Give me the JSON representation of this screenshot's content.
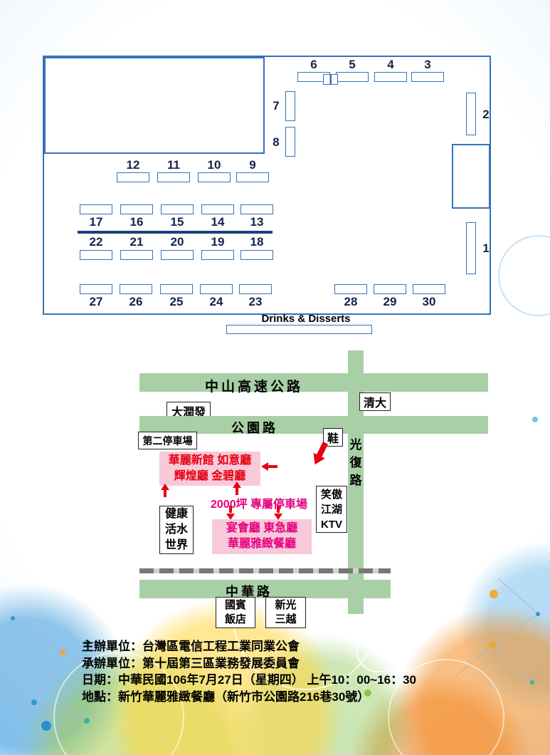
{
  "floor_plan": {
    "booths": {
      "top": [
        "6",
        "5",
        "4",
        "3"
      ],
      "left": [
        "7",
        "8"
      ],
      "right": [
        "2",
        "1"
      ],
      "row_a": [
        "12",
        "11",
        "10",
        "9"
      ],
      "row_b": [
        "17",
        "16",
        "15",
        "14",
        "13"
      ],
      "row_c": [
        "22",
        "21",
        "20",
        "19",
        "18"
      ],
      "row_d": [
        "27",
        "26",
        "25",
        "24",
        "23"
      ],
      "row_e": [
        "28",
        "29",
        "30"
      ]
    },
    "drinks_label": "Drinks & Disserts"
  },
  "map": {
    "roads": {
      "highway": "中山高速公路",
      "park_road": "公園路",
      "guangfu_road": "光復路",
      "zhonghua_road": "中華路"
    },
    "places": {
      "rt_mart": "大潤發",
      "nthu": "清大",
      "parking_lot_2": "第二停車場",
      "shoe": "鞋",
      "hotel_line1": "華麗新館 如意廳",
      "hotel_line2": "輝煌廳 金碧廳",
      "parking_2000": "2000坪 專屬停車場",
      "health_spa": [
        "健康",
        "活水",
        "世界"
      ],
      "ktv": [
        "笑傲",
        "江湖",
        "KTV"
      ],
      "banquet_line1": "宴會廳 東急廳",
      "banquet_line2": "華麗雅緻餐廳",
      "ambassador_hotel": [
        "國賓",
        "飯店"
      ],
      "shin_kong": [
        "新光",
        "三越"
      ]
    },
    "icons": {
      "entrance_arrow": "thick-red-arrow-down-left",
      "hotel_arrow": "red-arrow-left",
      "up_arrow": "red-arrow-up",
      "down_arrow": "red-arrow-down"
    }
  },
  "event_info": {
    "organizer": "主辦單位：台灣區電信工程工業同業公會",
    "co_organizer": "承辦單位：第十屆第三區業務發展委員會",
    "date": "日期：中華民國106年7月27日（星期四） 上午10：00~16：30",
    "location": "地點：新竹華麗雅緻餐廳（新竹市公園路216巷30號）"
  },
  "colors": {
    "booth_border": "#3572b9",
    "divider_navy": "#1b3f7a",
    "road_green": "#a8cfa5",
    "pink_box": "#f8c9d9",
    "hotel_text": "#e60012",
    "banquet_text": "#e5007e",
    "arrow_red": "#e60012"
  }
}
